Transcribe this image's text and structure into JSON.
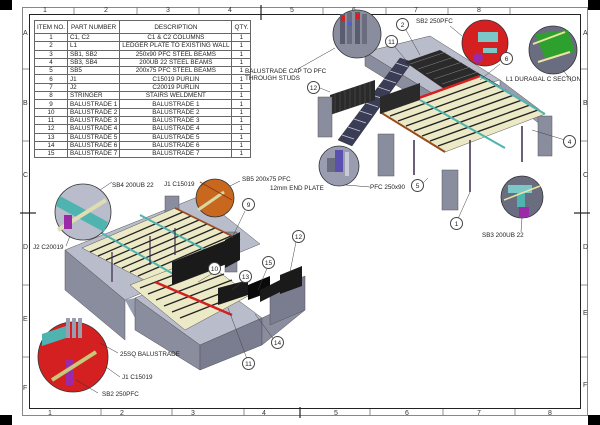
{
  "sheet": {
    "column_labels": [
      "1",
      "2",
      "3",
      "4",
      "5",
      "6",
      "7",
      "8"
    ],
    "row_labels": [
      "A",
      "B",
      "C",
      "D",
      "E",
      "F"
    ]
  },
  "bom": {
    "headers": {
      "item_no": "ITEM NO.",
      "part_number": "PART NUMBER",
      "description": "DESCRIPTION",
      "qty": "QTY."
    },
    "rows": [
      {
        "item": "1",
        "part": "C1, C2",
        "desc": "C1 & C2 COLUMNS",
        "qty": "1"
      },
      {
        "item": "2",
        "part": "L1",
        "desc": "LEDGER PLATE TO EXISTING WALL",
        "qty": "1"
      },
      {
        "item": "3",
        "part": "SB1, SB2",
        "desc": "250x90 PFC STEEL BEAMS",
        "qty": "1"
      },
      {
        "item": "4",
        "part": "SB3, SB4",
        "desc": "200UB 22 STEEL BEAMS",
        "qty": "1"
      },
      {
        "item": "5",
        "part": "SB5",
        "desc": "200x75 PFC STEEL BEAMS",
        "qty": "1"
      },
      {
        "item": "6",
        "part": "J1",
        "desc": "C15019 PURLIN",
        "qty": "1"
      },
      {
        "item": "7",
        "part": "J2",
        "desc": "C20019 PURLIN",
        "qty": "1"
      },
      {
        "item": "8",
        "part": "STRINGER",
        "desc": "STAIRS WELDMENT",
        "qty": "1"
      },
      {
        "item": "9",
        "part": "BALUSTRADE 1",
        "desc": "BALUSTRADE 1",
        "qty": "1"
      },
      {
        "item": "10",
        "part": "BALUSTRADE 2",
        "desc": "BALUSTRADE 2",
        "qty": "1"
      },
      {
        "item": "11",
        "part": "BALUSTRADE 3",
        "desc": "BALUSTRADE 3",
        "qty": "1"
      },
      {
        "item": "12",
        "part": "BALUSTRADE 4",
        "desc": "BALUSTRADE 4",
        "qty": "1"
      },
      {
        "item": "13",
        "part": "BALUSTRADE 5",
        "desc": "BALUSTRADE 5",
        "qty": "1"
      },
      {
        "item": "14",
        "part": "BALUSTRADE 6",
        "desc": "BALUSTRADE 6",
        "qty": "1"
      },
      {
        "item": "15",
        "part": "BALUSTRADE 7",
        "desc": "BALUSTRADE 7",
        "qty": "1"
      }
    ]
  },
  "callouts": {
    "sb2_top": "SB2 250PFC",
    "balustrade_cap": "BALUSTRADE CAP TO PFC",
    "balustrade_cap_2": "THROUGH STUDS",
    "l1_duragal": "L1 DURAGAL C SECTION",
    "end_plate": "12mm END PLATE",
    "pfc_250": "PFC 250x90",
    "sb3": "SB3 200UB 22",
    "sb4": "SB4 200UB 22",
    "j1_top": "J1 C15019",
    "sb5": "SB5 200x75 PFC",
    "j2": "J2 C20019",
    "balustrade_25sq": "25SQ BALUSTRADE",
    "j1_bottom": "J1 C15019",
    "sb2_bottom": "SB2 250PFC"
  },
  "balloons": {
    "top_view": [
      "2",
      "11",
      "6",
      "12",
      "4",
      "5",
      "1"
    ],
    "bottom_view": [
      "9",
      "12",
      "10",
      "13",
      "15",
      "14",
      "11"
    ]
  },
  "colors": {
    "concrete": "#8a8d9e",
    "pfc_red": "#d42020",
    "ub_teal": "#4fb3b0",
    "purlin_cream": "#e8e6c0",
    "sb5_brown": "#9a4a1a",
    "duragal_green": "#2da02d",
    "column_purple": "#9a2aa8",
    "balustrade_black": "#1a1a1a"
  }
}
